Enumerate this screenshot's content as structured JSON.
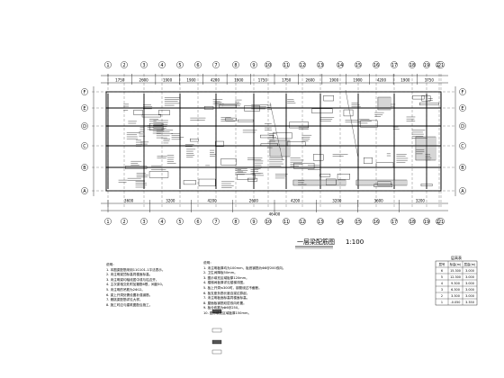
{
  "drawing": {
    "title": "一层梁配筋图",
    "scale": "1:100"
  },
  "axes": {
    "top": [
      "1",
      "2",
      "3",
      "4",
      "5",
      "6",
      "7",
      "8",
      "9",
      "10",
      "11",
      "12",
      "13",
      "14",
      "15",
      "16",
      "17",
      "18",
      "19",
      "20",
      "21"
    ],
    "bottom": [
      "1",
      "2",
      "3",
      "4",
      "5",
      "6",
      "7",
      "8",
      "9",
      "10",
      "11",
      "12",
      "13",
      "14",
      "15",
      "16",
      "17",
      "18",
      "19",
      "20",
      "21"
    ],
    "left": [
      "A",
      "B",
      "C",
      "D",
      "E",
      "F"
    ],
    "right": [
      "A",
      "B",
      "C",
      "D",
      "E",
      "F"
    ]
  },
  "dimensions": {
    "top": [
      "1750",
      "2600",
      "1900",
      "1900",
      "4200",
      "1900",
      "1750",
      "1750",
      "2600",
      "1900",
      "1900",
      "4200",
      "1900",
      "1750"
    ],
    "bottom": [
      "3600",
      "3200",
      "4200",
      "2600",
      "4200",
      "3200",
      "3600",
      "3200"
    ],
    "total_bottom": "46400"
  },
  "notes_left": {
    "heading": "说明：",
    "lines": [
      "1. 本图梁配筋采用11G101-1平法表示。",
      "2. 未注明梁顶标高同楼面标高。",
      "3. 未注明梁均轴线居中或与柱边齐。",
      "4. 主次梁相交处附加箍筋6根，间距50。",
      "5. 未注明的吊筋为2Φ12。",
      "6. 梁上开洞处需设置补强钢筋。",
      "7. 悬挑梁配筋详见大样。",
      "8. 施工时应与建筑图配合施工。"
    ]
  },
  "notes_right": {
    "heading": "说明：",
    "lines": [
      "1. 未注明板厚均为100mm，板底钢筋为Φ8@200双向。",
      "2. 卫生间降板50mm。",
      "3. 图示填充区域板厚120mm。",
      "4. 楼梯间板厚详见楼梯详图。",
      "5. 板上开洞≤300时，钢筋绕过不截断。",
      "6. 板支座负筋长度自梁边算起。",
      "7. 未注明板面标高同楼面标高。",
      "8. 屋面板钢筋双层双向布置。",
      "9. 板分布筋为Φ6@250。",
      "10. 图示填充区域板厚150mm。"
    ]
  },
  "level_table": {
    "title": "层高表",
    "headers": [
      "层号",
      "标高(m)",
      "层高(m)"
    ],
    "rows": [
      [
        "6",
        "15.300",
        "3.000"
      ],
      [
        "5",
        "12.300",
        "3.000"
      ],
      [
        "4",
        "9.300",
        "3.000"
      ],
      [
        "3",
        "6.300",
        "3.000"
      ],
      [
        "2",
        "3.300",
        "3.000"
      ],
      [
        "1",
        "-0.050",
        "3.350"
      ]
    ]
  },
  "colors": {
    "line": "#000000",
    "background": "#ffffff",
    "hatch": "#555555"
  }
}
